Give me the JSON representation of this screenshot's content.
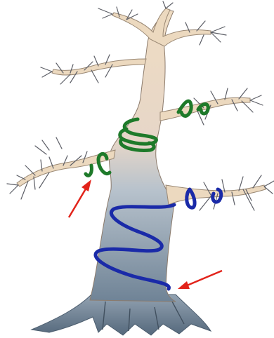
{
  "illustration": {
    "subject": "bonsai-tree-wiring",
    "colors": {
      "background": "#ffffff",
      "bark_light": "#eedcc4",
      "bark_mid": "#d9c2a6",
      "trunk_blue_grey": "#9eabb8",
      "trunk_base": "#6b7f92",
      "branch_stroke": "#5c5e66",
      "wire_green": "#1e7a2a",
      "wire_blue": "#1a2aa8",
      "arrow_red": "#e2231a"
    },
    "wires": [
      {
        "name": "green-wire",
        "color_key": "wire_green"
      },
      {
        "name": "blue-wire",
        "color_key": "wire_blue"
      }
    ],
    "arrows": [
      {
        "name": "arrow-upper-left",
        "color_key": "arrow_red"
      },
      {
        "name": "arrow-lower-right",
        "color_key": "arrow_red"
      }
    ]
  }
}
